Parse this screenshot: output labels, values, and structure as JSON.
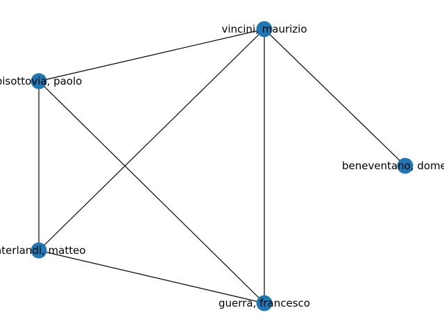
{
  "graph": {
    "node_color": "#1f77b4",
    "edge_color": "#000000",
    "nodes": [
      {
        "id": "vincini",
        "label": "vincini, maurizio"
      },
      {
        "id": "bisottovia",
        "label": "bisottovia, paolo"
      },
      {
        "id": "beneventano",
        "label": "beneventano, domenico"
      },
      {
        "id": "interlandi",
        "label": "interlandi, matteo"
      },
      {
        "id": "guerra",
        "label": "guerra, francesco"
      }
    ],
    "edges": [
      [
        "vincini",
        "bisottovia"
      ],
      [
        "vincini",
        "beneventano"
      ],
      [
        "vincini",
        "interlandi"
      ],
      [
        "vincini",
        "guerra"
      ],
      [
        "bisottovia",
        "interlandi"
      ],
      [
        "bisottovia",
        "guerra"
      ],
      [
        "interlandi",
        "guerra"
      ]
    ]
  }
}
